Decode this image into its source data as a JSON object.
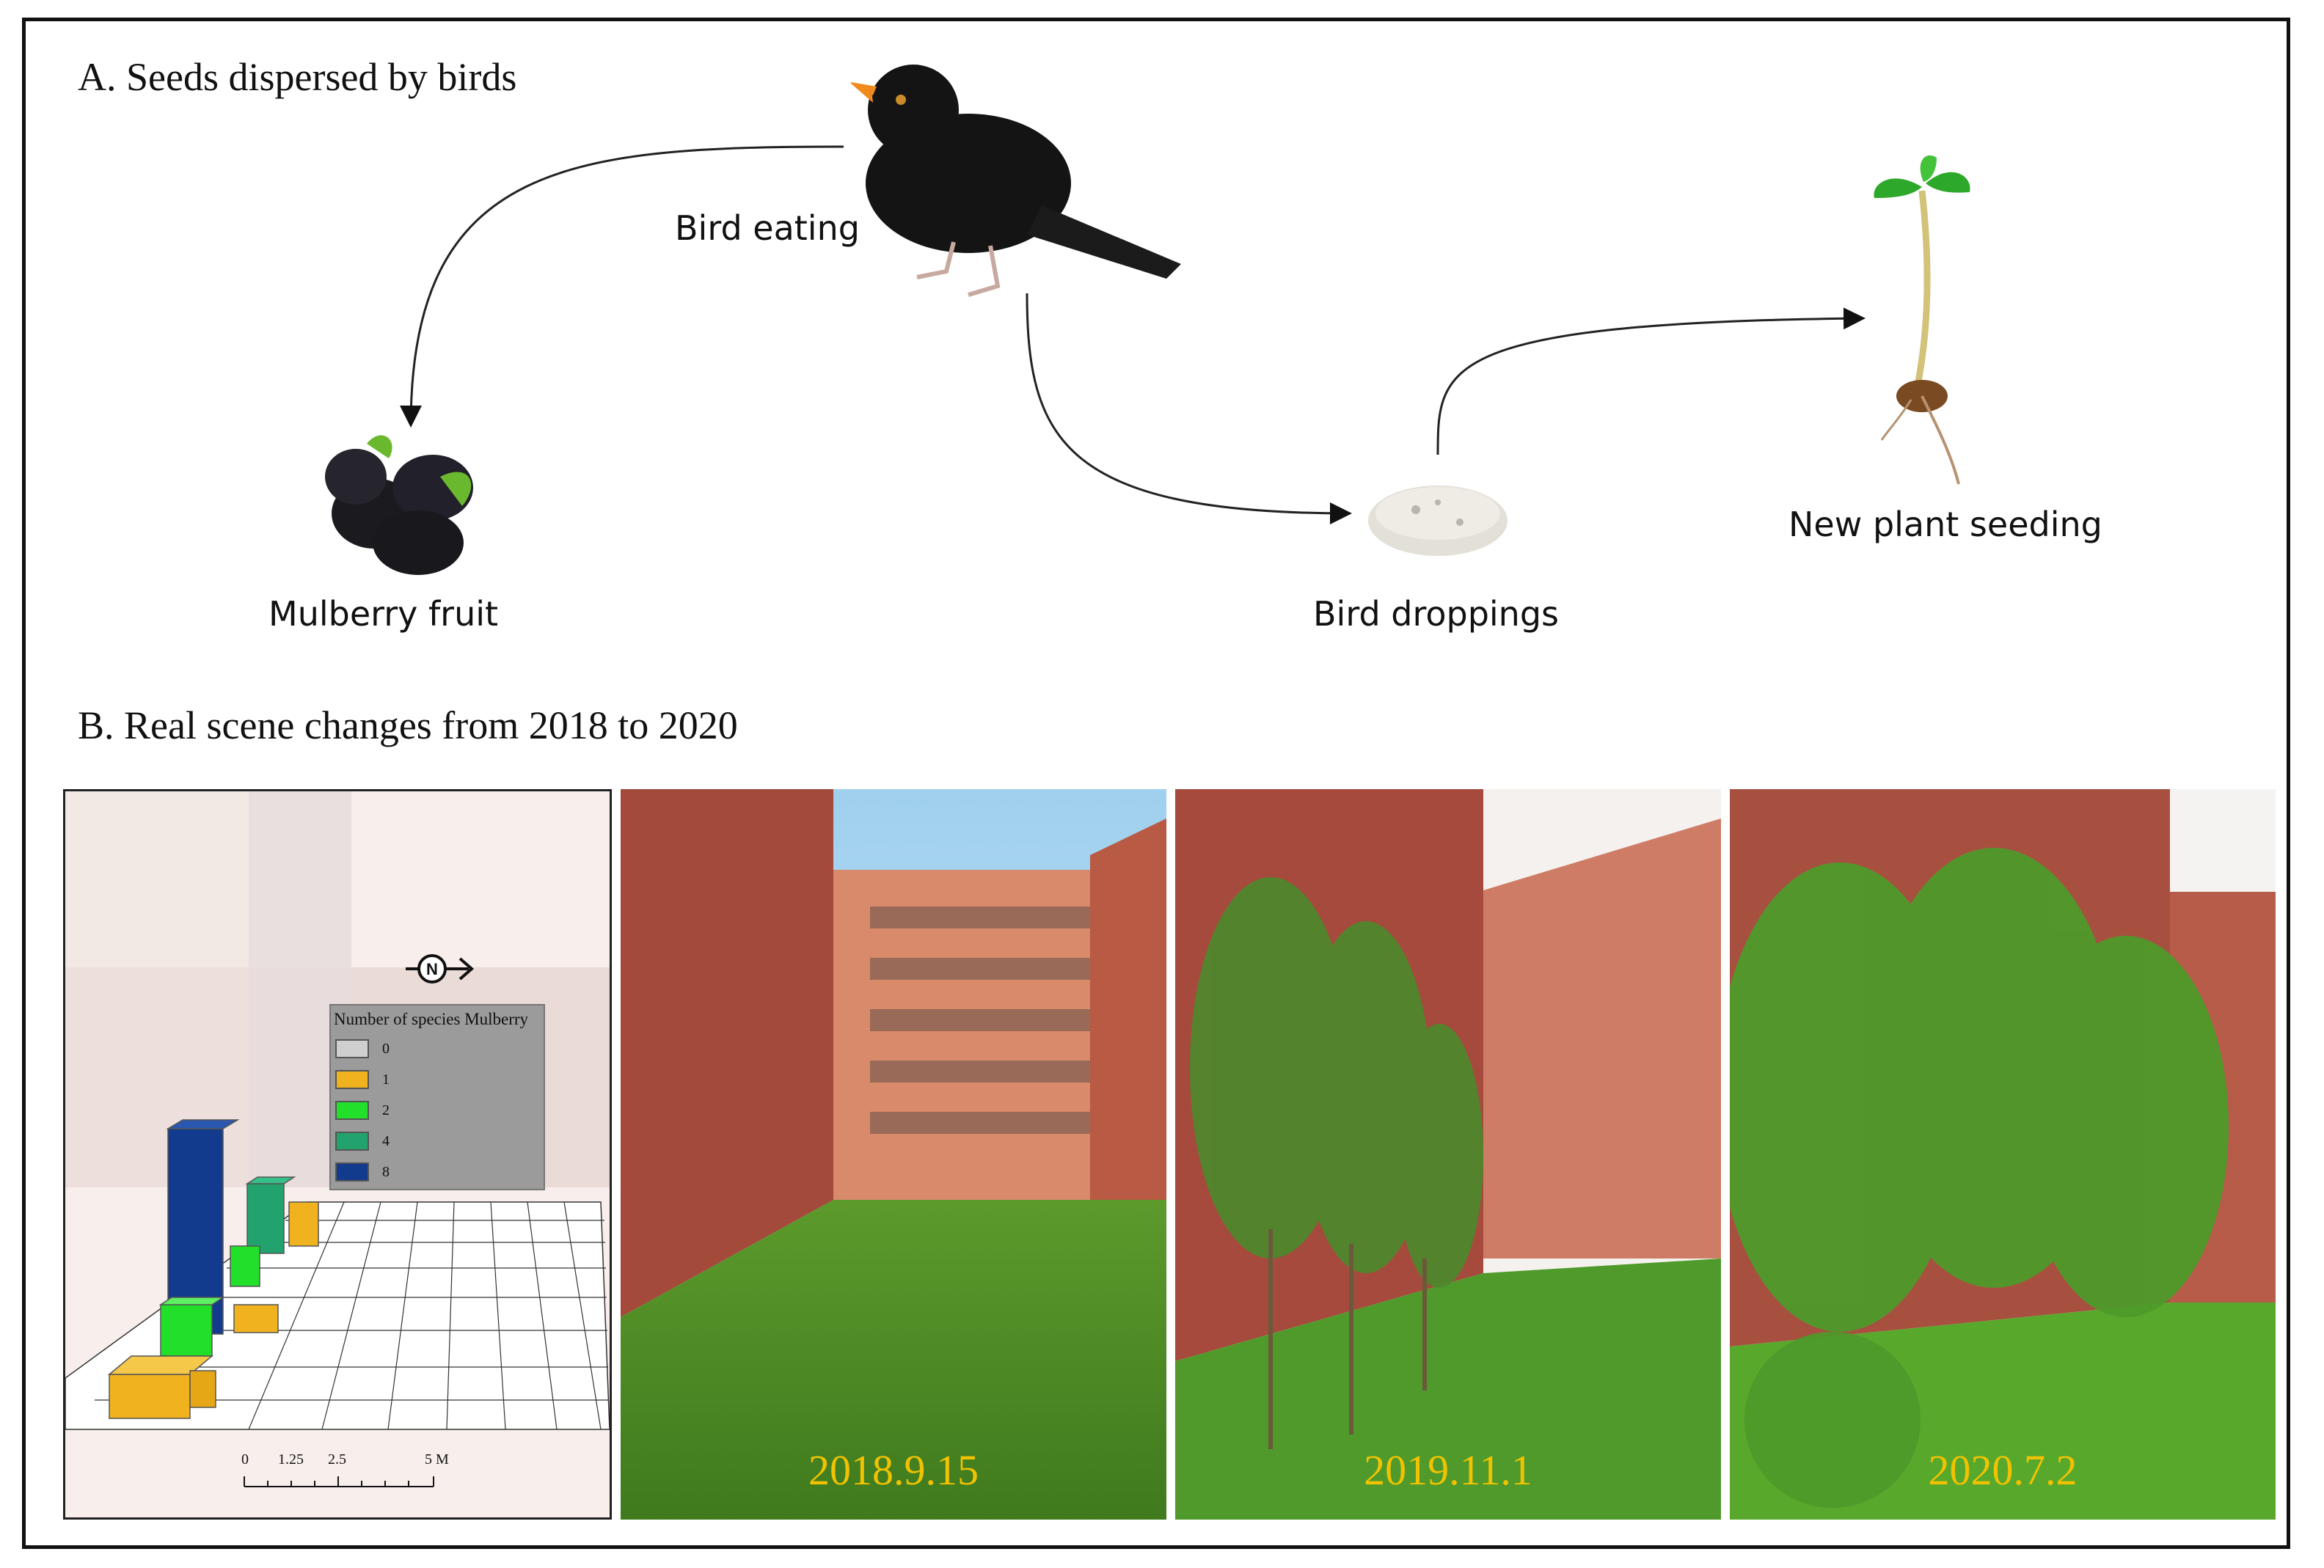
{
  "section_a": {
    "title": "A. Seeds dispersed by birds",
    "labels": {
      "bird": "Bird eating",
      "fruit": "Mulberry fruit",
      "droppings": "Bird droppings",
      "seedling": "New plant seeding"
    }
  },
  "section_b": {
    "title": "B. Real scene changes from 2018 to 2020",
    "model": {
      "legend_title": "Number of species Mulberry",
      "legend": [
        {
          "label": "0",
          "color": "#cfcfcf"
        },
        {
          "label": "1",
          "color": "#f0b21f"
        },
        {
          "label": "2",
          "color": "#22e02a"
        },
        {
          "label": "4",
          "color": "#22a36d"
        },
        {
          "label": "8",
          "color": "#123b8e"
        }
      ],
      "compass": "N",
      "scale": {
        "t0": "0",
        "t1": "1.25",
        "t2": "2.5",
        "t3": "5 M"
      }
    },
    "photos": [
      {
        "date": "2018.9.15"
      },
      {
        "date": "2019.11.1"
      },
      {
        "date": "2020.7.2"
      }
    ]
  }
}
